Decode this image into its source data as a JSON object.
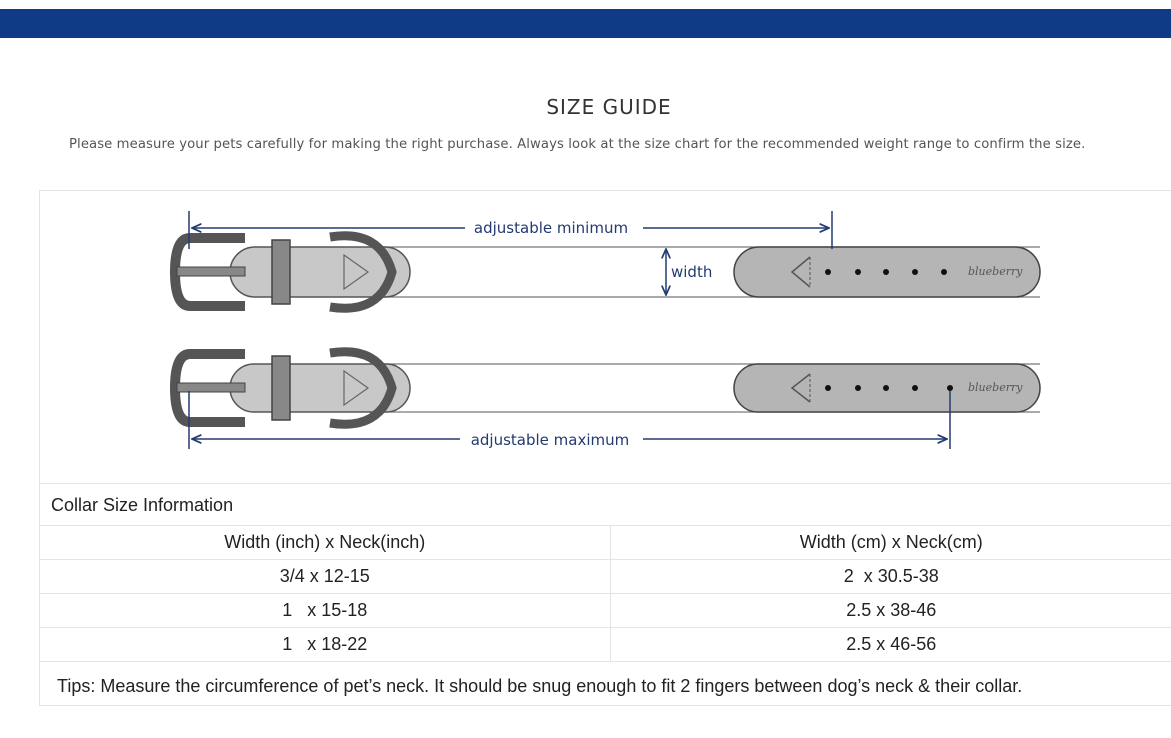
{
  "header": {
    "bar_color": "#0f3a85"
  },
  "page": {
    "title": "SIZE GUIDE",
    "subtitle": "Please measure your pets carefully for making the right purchase. Always look at the size chart for the recommended weight range to confirm the size."
  },
  "diagram": {
    "label_min": "adjustable minimum",
    "label_width": "width",
    "label_max": "adjustable maximum",
    "brand": "blueberry",
    "line_color": "#233a72"
  },
  "collar_info": {
    "title": "Collar Size Information",
    "headers": [
      "Width (inch) x Neck(inch)",
      "Width (cm) x Neck(cm)"
    ],
    "rows": [
      [
        "3/4 x 12-15",
        "2  x 30.5-38"
      ],
      [
        "1   x 15-18",
        "2.5 x 38-46"
      ],
      [
        "1   x 18-22",
        "2.5 x 46-56"
      ]
    ]
  },
  "tips": "Tips: Measure the circumference of pet’s neck. It should be snug enough to fit 2 fingers between dog’s neck & their collar."
}
